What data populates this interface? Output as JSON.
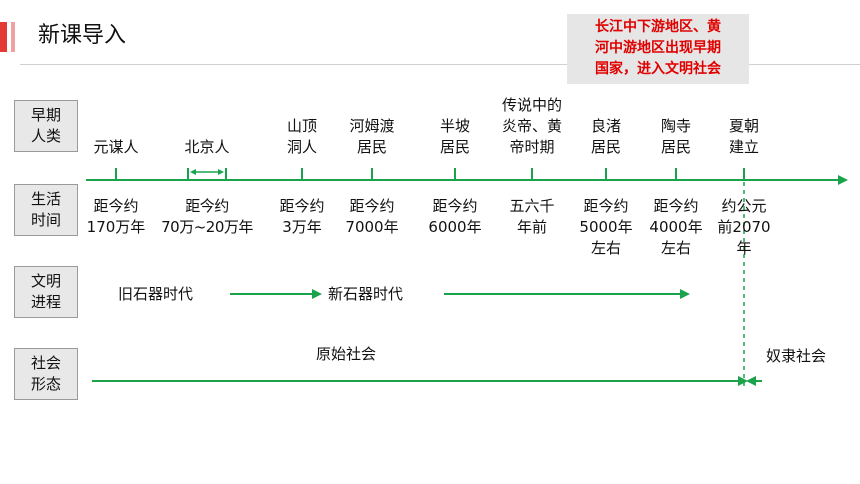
{
  "header": {
    "title": "新课导入"
  },
  "callout": {
    "lines": [
      "长江中下游地区、黄",
      "河中游地区出现早期",
      "国家，进入文明社会"
    ]
  },
  "rows": {
    "early_humans": "早期\n人类",
    "living_time": "生活\n时间",
    "civilization": "文明\n进程",
    "society": "社会\n形态"
  },
  "timeline": [
    {
      "era": "元谋人",
      "time": "距今约\n170万年"
    },
    {
      "era": "北京人",
      "time": "距今约\n70万~20万年"
    },
    {
      "era": "山顶\n洞人",
      "time": "距今约\n3万年"
    },
    {
      "era": "河姆渡\n居民",
      "time": "距今约\n7000年"
    },
    {
      "era": "半坡\n居民",
      "time": "距今约\n6000年"
    },
    {
      "era": "传说中的\n炎帝、黄\n帝时期",
      "time": "五六千\n年前"
    },
    {
      "era": "良渚\n居民",
      "time": "距今约\n5000年\n左右"
    },
    {
      "era": "陶寺\n居民",
      "time": "距今约\n4000年\n左右"
    },
    {
      "era": "夏朝\n建立",
      "time": "约公元\n前2070\n年"
    }
  ],
  "civilization": {
    "paleolithic": "旧石器时代",
    "neolithic": "新石器时代"
  },
  "society": {
    "primitive": "原始社会",
    "slave": "奴隶社会"
  },
  "colors": {
    "accent": "#e53935",
    "arrow": "#1aa34a",
    "callout_text": "#e00000"
  }
}
